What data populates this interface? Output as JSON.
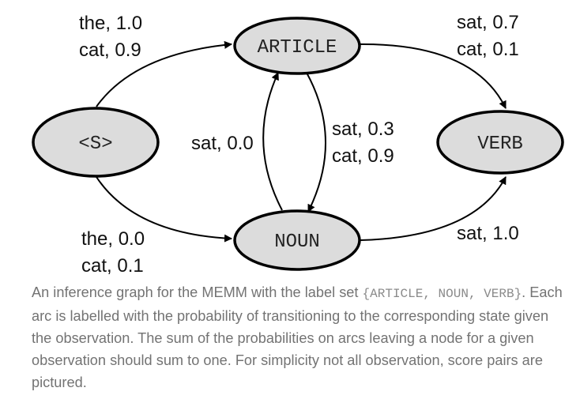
{
  "nodes": {
    "start": "<S>",
    "article": "ARTICLE",
    "noun": "NOUN",
    "verb": "VERB"
  },
  "edges": {
    "start_article": [
      "the, 1.0",
      "cat, 0.9"
    ],
    "start_noun": [
      "the, 0.0",
      "cat, 0.1"
    ],
    "article_verb": [
      "sat, 0.7",
      "cat, 0.1"
    ],
    "article_noun": [
      "sat, 0.3",
      "cat, 0.9"
    ],
    "noun_article": [
      "sat, 0.0"
    ],
    "noun_verb": [
      "sat, 1.0"
    ]
  },
  "caption": {
    "part1": "An inference graph for the MEMM with the label set ",
    "labelset": "{ARTICLE, NOUN, VERB}",
    "part2": ". Each arc is labelled with the probability of transitioning to the corresponding state given the observation. The sum of the probabilities on arcs leaving a node for a given observation should sum to one. For simplicity not all observation, score pairs are pictured."
  }
}
